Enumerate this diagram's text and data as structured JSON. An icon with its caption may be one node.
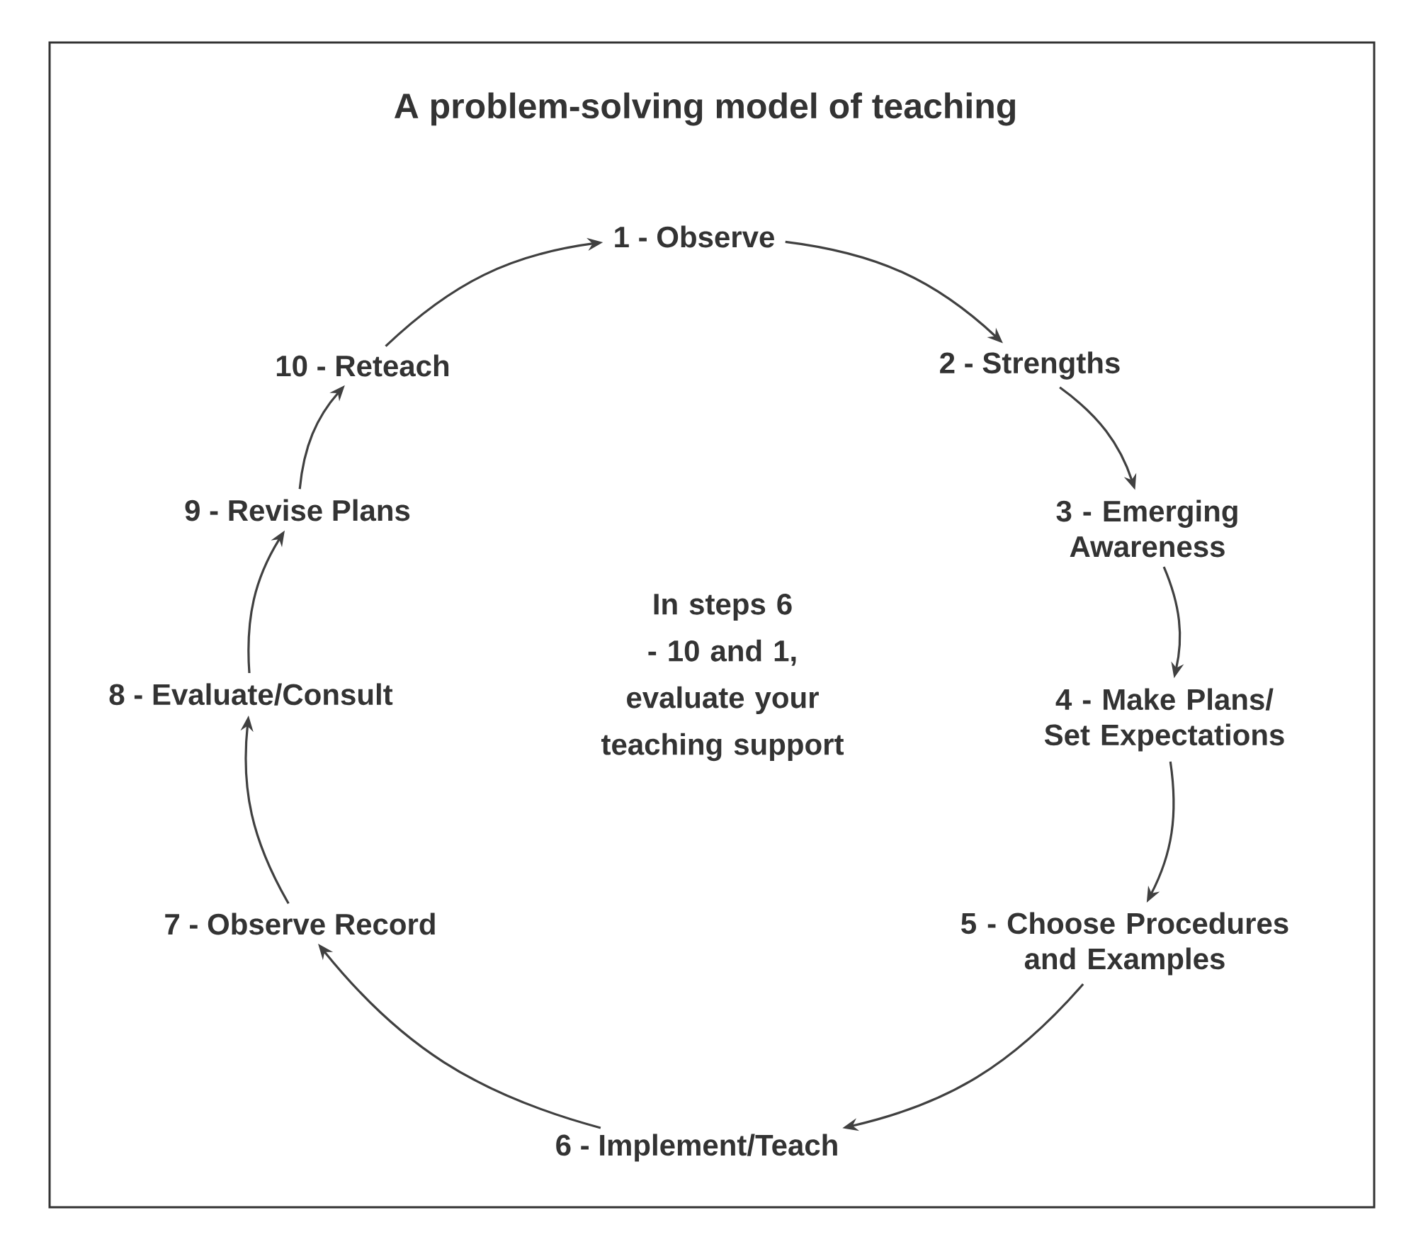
{
  "diagram": {
    "title": "A problem-solving model of teaching",
    "nodes": [
      {
        "text": [
          "1 - Observe"
        ]
      },
      {
        "text": [
          "2 - Strengths"
        ]
      },
      {
        "text": [
          "3 - Emerging Awareness"
        ]
      },
      {
        "text": [
          "4 - Make Plans/ Set Expectations"
        ]
      },
      {
        "text": [
          "5 - Choose Procedures and Examples"
        ]
      },
      {
        "text": [
          "6 - Implement/Teach"
        ]
      },
      {
        "text": [
          "7 - Observe Record"
        ]
      },
      {
        "text": [
          "8 - Evaluate/Consult"
        ]
      },
      {
        "text": [
          "9 - Revise Plans"
        ]
      },
      {
        "text": [
          "10 - Reteach"
        ]
      }
    ],
    "edges": [
      {
        "from": 0,
        "to": 1,
        "arrow": "to"
      },
      {
        "from": 1,
        "to": 2,
        "arrow": "to"
      },
      {
        "from": 2,
        "to": 3,
        "arrow": "to"
      },
      {
        "from": 3,
        "to": 4,
        "arrow": "to"
      },
      {
        "from": 4,
        "to": 5,
        "arrow": "to"
      },
      {
        "from": 5,
        "to": 6,
        "arrow": "to"
      },
      {
        "from": 6,
        "to": 7,
        "arrow": "to"
      },
      {
        "from": 7,
        "to": 8,
        "arrow": "to"
      },
      {
        "from": 8,
        "to": 9,
        "arrow": "to"
      },
      {
        "from": 9,
        "to": 0,
        "arrow": "to"
      }
    ],
    "labels": [
      "In steps 6 - 10 and 1, evaluate your teaching support"
    ]
  }
}
